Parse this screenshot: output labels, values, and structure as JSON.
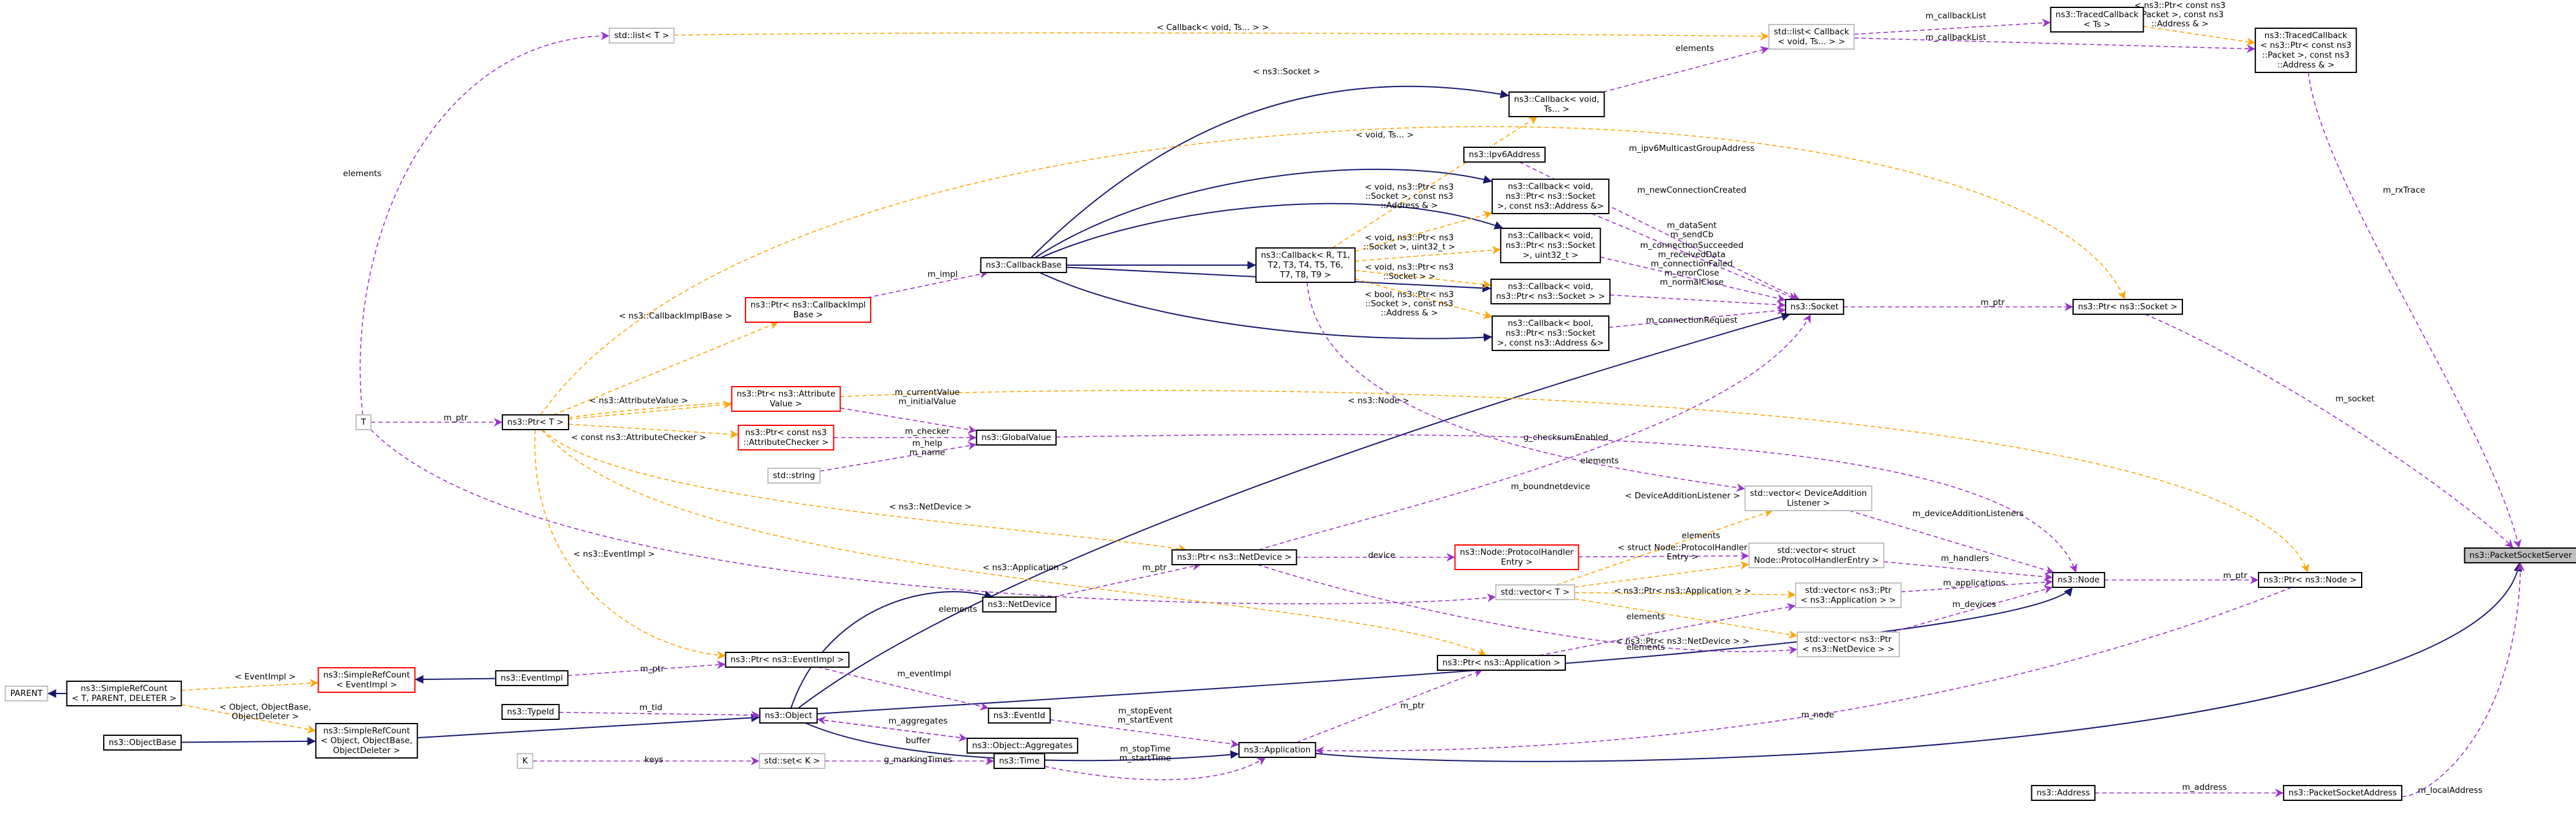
{
  "nodes": [
    {
      "id": "PacketSocketServer",
      "lines": [
        "ns3::PacketSocketServer"
      ],
      "kind": "focus"
    },
    {
      "id": "TracedCallback_Ts",
      "lines": [
        "ns3::TracedCallback",
        "< Ts >"
      ],
      "kind": "black"
    },
    {
      "id": "TracedCallback_Pkt",
      "lines": [
        "ns3::TracedCallback",
        "< ns3::Ptr< const ns3",
        "::Packet >, const ns3",
        "::Address & >"
      ],
      "kind": "black"
    },
    {
      "id": "list_Callback",
      "lines": [
        "std::list< Callback",
        "< void, Ts... > >"
      ],
      "kind": "gray"
    },
    {
      "id": "list_T",
      "lines": [
        "std::list< T >"
      ],
      "kind": "gray"
    },
    {
      "id": "T",
      "lines": [
        "T"
      ],
      "kind": "gray"
    },
    {
      "id": "Ptr_T",
      "lines": [
        "ns3::Ptr< T >"
      ],
      "kind": "black"
    },
    {
      "id": "Callback_void_Ts",
      "lines": [
        "ns3::Callback< void,",
        "Ts... >"
      ],
      "kind": "black"
    },
    {
      "id": "Ipv6MulticastGroupAddress",
      "lines": [
        "ns3::Ipv6Address"
      ],
      "kind": "black"
    },
    {
      "id": "Callback_SockAddr",
      "lines": [
        "ns3::Callback< void,",
        "ns3::Ptr< ns3::Socket",
        ">, const ns3::Address &>"
      ],
      "kind": "black"
    },
    {
      "id": "Callback_SockU32",
      "lines": [
        "ns3::Callback< void,",
        "ns3::Ptr< ns3::Socket",
        ">, uint32_t >"
      ],
      "kind": "black"
    },
    {
      "id": "Callback_Sock",
      "lines": [
        "ns3::Callback< void,",
        "ns3::Ptr< ns3::Socket > >"
      ],
      "kind": "black"
    },
    {
      "id": "Callback_BoolSockAddr",
      "lines": [
        "ns3::Callback< bool,",
        "ns3::Ptr< ns3::Socket",
        ">, const ns3::Address &>"
      ],
      "kind": "black"
    },
    {
      "id": "Callback_R",
      "lines": [
        "ns3::Callback< R, T1,",
        "T2, T3, T4, T5, T6,",
        "T7, T8, T9 >"
      ],
      "kind": "black"
    },
    {
      "id": "CallbackBase",
      "lines": [
        "ns3::CallbackBase"
      ],
      "kind": "black"
    },
    {
      "id": "Ptr_CallbackImplBase",
      "lines": [
        "ns3::Ptr< ns3::CallbackImpl",
        "Base >"
      ],
      "kind": "red"
    },
    {
      "id": "Socket",
      "lines": [
        "ns3::Socket"
      ],
      "kind": "black"
    },
    {
      "id": "Ptr_Socket",
      "lines": [
        "ns3::Ptr< ns3::Socket >"
      ],
      "kind": "black"
    },
    {
      "id": "Ptr_AttributeValue",
      "lines": [
        "ns3::Ptr< ns3::Attribute",
        "Value >"
      ],
      "kind": "red"
    },
    {
      "id": "Ptr_AttributeChecker",
      "lines": [
        "ns3::Ptr< const ns3",
        "::AttributeChecker >"
      ],
      "kind": "red"
    },
    {
      "id": "string",
      "lines": [
        "std::string"
      ],
      "kind": "gray"
    },
    {
      "id": "GlobalValue",
      "lines": [
        "ns3::GlobalValue"
      ],
      "kind": "black"
    },
    {
      "id": "vector_DeviceAdditionListener",
      "lines": [
        "std::vector< DeviceAddition",
        "Listener >"
      ],
      "kind": "gray"
    },
    {
      "id": "vector_ProtocolHandlerEntry",
      "lines": [
        "std::vector< struct",
        "Node::ProtocolHandlerEntry >"
      ],
      "kind": "gray"
    },
    {
      "id": "ProtocolHandlerEntry",
      "lines": [
        "ns3::Node::ProtocolHandler",
        "Entry >"
      ],
      "kind": "red"
    },
    {
      "id": "Ptr_NetDevice",
      "lines": [
        "ns3::Ptr< ns3::NetDevice >"
      ],
      "kind": "black"
    },
    {
      "id": "NetDevice",
      "lines": [
        "ns3::NetDevice"
      ],
      "kind": "black"
    },
    {
      "id": "vector_T",
      "lines": [
        "std::vector< T >"
      ],
      "kind": "gray"
    },
    {
      "id": "vector_PtrApplication",
      "lines": [
        "std::vector< ns3::Ptr",
        "< ns3::Application > >"
      ],
      "kind": "gray"
    },
    {
      "id": "vector_PtrNetDevice",
      "lines": [
        "std::vector< ns3::Ptr",
        "< ns3::NetDevice > >"
      ],
      "kind": "gray"
    },
    {
      "id": "Node",
      "lines": [
        "ns3::Node"
      ],
      "kind": "black"
    },
    {
      "id": "Ptr_Node",
      "lines": [
        "ns3::Ptr< ns3::Node >"
      ],
      "kind": "black"
    },
    {
      "id": "PARENT",
      "lines": [
        "PARENT"
      ],
      "kind": "gray"
    },
    {
      "id": "SimpleRefCount_T",
      "lines": [
        "ns3::SimpleRefCount",
        "< T, PARENT, DELETER >"
      ],
      "kind": "black"
    },
    {
      "id": "SimpleRefCount_EventImpl",
      "lines": [
        "ns3::SimpleRefCount",
        "< EventImpl >"
      ],
      "kind": "red"
    },
    {
      "id": "EventImpl",
      "lines": [
        "ns3::EventImpl"
      ],
      "kind": "black"
    },
    {
      "id": "Ptr_EventImpl",
      "lines": [
        "ns3::Ptr< ns3::EventImpl >"
      ],
      "kind": "black"
    },
    {
      "id": "ObjectBase",
      "lines": [
        "ns3::ObjectBase"
      ],
      "kind": "black"
    },
    {
      "id": "SimpleRefCount_Object",
      "lines": [
        "ns3::SimpleRefCount",
        "< Object, ObjectBase,",
        "ObjectDeleter >"
      ],
      "kind": "black"
    },
    {
      "id": "TypeId",
      "lines": [
        "ns3::TypeId"
      ],
      "kind": "black"
    },
    {
      "id": "Object",
      "lines": [
        "ns3::Object"
      ],
      "kind": "black"
    },
    {
      "id": "EventId",
      "lines": [
        "ns3::EventId"
      ],
      "kind": "black"
    },
    {
      "id": "ObjectAggregates",
      "lines": [
        "ns3::Object::Aggregates"
      ],
      "kind": "black"
    },
    {
      "id": "Ptr_Application",
      "lines": [
        "ns3::Ptr< ns3::Application >"
      ],
      "kind": "black"
    },
    {
      "id": "Application",
      "lines": [
        "ns3::Application"
      ],
      "kind": "black"
    },
    {
      "id": "K",
      "lines": [
        "K"
      ],
      "kind": "gray"
    },
    {
      "id": "set_K",
      "lines": [
        "std::set< K >"
      ],
      "kind": "gray"
    },
    {
      "id": "Time",
      "lines": [
        "ns3::Time"
      ],
      "kind": "black"
    },
    {
      "id": "Address",
      "lines": [
        "ns3::Address"
      ],
      "kind": "black"
    },
    {
      "id": "PacketSocketAddress",
      "lines": [
        "ns3::PacketSocketAddress"
      ],
      "kind": "black"
    }
  ],
  "edges": [
    {
      "from": "Application",
      "to": "PacketSocketServer",
      "type": "inherit"
    },
    {
      "from": "Object",
      "to": "Application",
      "type": "inherit"
    },
    {
      "from": "Object",
      "to": "Socket",
      "type": "inherit"
    },
    {
      "from": "Object",
      "to": "Node",
      "type": "inherit"
    },
    {
      "from": "Object",
      "to": "NetDevice",
      "type": "inherit"
    },
    {
      "from": "SimpleRefCount_Object",
      "to": "Object",
      "type": "inherit"
    },
    {
      "from": "ObjectBase",
      "to": "SimpleRefCount_Object",
      "type": "inherit"
    },
    {
      "from": "SimpleRefCount_T",
      "to": "PARENT",
      "type": "inherit"
    },
    {
      "from": "EventImpl",
      "to": "SimpleRefCount_EventImpl",
      "type": "inherit"
    },
    {
      "from": "CallbackBase",
      "to": "Callback_R",
      "type": "inherit"
    },
    {
      "from": "CallbackBase",
      "to": "Callback_void_Ts",
      "type": "inherit"
    },
    {
      "from": "CallbackBase",
      "to": "Callback_SockAddr",
      "type": "inherit"
    },
    {
      "from": "CallbackBase",
      "to": "Callback_SockU32",
      "type": "inherit"
    },
    {
      "from": "CallbackBase",
      "to": "Callback_Sock",
      "type": "inherit"
    },
    {
      "from": "CallbackBase",
      "to": "Callback_BoolSockAddr",
      "type": "inherit"
    },
    {
      "from": "TracedCallback_Pkt",
      "to": "PacketSocketServer",
      "type": "use",
      "label": "m_rxTrace"
    },
    {
      "from": "Ptr_Socket",
      "to": "PacketSocketServer",
      "type": "use",
      "label": "m_socket"
    },
    {
      "from": "Ptr_Node",
      "to": "Application",
      "type": "use",
      "label": "m_node"
    },
    {
      "from": "PacketSocketAddress",
      "to": "PacketSocketServer",
      "type": "use",
      "label": "m_localAddress"
    },
    {
      "from": "Address",
      "to": "PacketSocketAddress",
      "type": "use",
      "label": "m_address"
    },
    {
      "from": "Node",
      "to": "Ptr_Node",
      "type": "use",
      "label": "m_ptr"
    },
    {
      "from": "Socket",
      "to": "Ptr_Socket",
      "type": "use",
      "label": "m_ptr"
    },
    {
      "from": "list_Callback",
      "to": "TracedCallback_Ts",
      "type": "use",
      "label": "m_callbackList"
    },
    {
      "from": "list_Callback",
      "to": "TracedCallback_Pkt",
      "type": "use",
      "label": "m_callbackList"
    },
    {
      "from": "Callback_void_Ts",
      "to": "list_Callback",
      "type": "use",
      "label": "elements"
    },
    {
      "from": "T",
      "to": "list_T",
      "type": "use",
      "label": "elements"
    },
    {
      "from": "T",
      "to": "Ptr_T",
      "type": "use",
      "label": "m_ptr"
    },
    {
      "from": "T",
      "to": "vector_T",
      "type": "use",
      "label": "elements"
    },
    {
      "from": "Ptr_CallbackImplBase",
      "to": "CallbackBase",
      "type": "use",
      "label": "m_impl"
    },
    {
      "from": "Ipv6MulticastGroupAddress",
      "to": "Socket",
      "type": "use",
      "label": "m_ipv6MulticastGroupAddress"
    },
    {
      "from": "Callback_SockAddr",
      "to": "Socket",
      "type": "use",
      "label": "m_newConnectionCreated"
    },
    {
      "from": "Callback_SockU32",
      "to": "Socket",
      "type": "use",
      "label": "m_dataSent\nm_sendCb"
    },
    {
      "from": "Callback_Sock",
      "to": "Socket",
      "type": "use",
      "label": "m_connectionSucceeded\nm_receivedData\nm_connectionFailed\nm_errorClose\nm_normalClose"
    },
    {
      "from": "Callback_BoolSockAddr",
      "to": "Socket",
      "type": "use",
      "label": "m_connectionRequest"
    },
    {
      "from": "Ptr_NetDevice",
      "to": "Socket",
      "type": "use",
      "label": "m_boundnetdevice"
    },
    {
      "from": "Ptr_AttributeValue",
      "to": "GlobalValue",
      "type": "use",
      "label": "m_currentValue\nm_initialValue"
    },
    {
      "from": "Ptr_AttributeChecker",
      "to": "GlobalValue",
      "type": "use",
      "label": "m_checker"
    },
    {
      "from": "string",
      "to": "GlobalValue",
      "type": "use",
      "label": "m_help\nm_name"
    },
    {
      "from": "GlobalValue",
      "to": "Node",
      "type": "use",
      "label": "g_checksumEnabled"
    },
    {
      "from": "vector_DeviceAdditionListener",
      "to": "Node",
      "type": "use",
      "label": "m_deviceAdditionListeners"
    },
    {
      "from": "vector_ProtocolHandlerEntry",
      "to": "Node",
      "type": "use",
      "label": "m_handlers"
    },
    {
      "from": "vector_PtrApplication",
      "to": "Node",
      "type": "use",
      "label": "m_applications"
    },
    {
      "from": "vector_PtrNetDevice",
      "to": "Node",
      "type": "use",
      "label": "m_devices"
    },
    {
      "from": "Ptr_NetDevice",
      "to": "ProtocolHandlerEntry",
      "type": "use",
      "label": "device"
    },
    {
      "from": "ProtocolHandlerEntry",
      "to": "vector_ProtocolHandlerEntry",
      "type": "use",
      "label": "elements"
    },
    {
      "from": "Ptr_Application",
      "to": "vector_PtrApplication",
      "type": "use",
      "label": "elements"
    },
    {
      "from": "Ptr_NetDevice",
      "to": "vector_PtrNetDevice",
      "type": "use",
      "label": "elements"
    },
    {
      "from": "Callback_R",
      "to": "vector_DeviceAdditionListener",
      "type": "use",
      "label": "elements"
    },
    {
      "from": "NetDevice",
      "to": "Ptr_NetDevice",
      "type": "use",
      "label": "m_ptr"
    },
    {
      "from": "Application",
      "to": "Ptr_Application",
      "type": "use",
      "label": "m_ptr"
    },
    {
      "from": "EventImpl",
      "to": "Ptr_EventImpl",
      "type": "use",
      "label": "m_ptr"
    },
    {
      "from": "Ptr_EventImpl",
      "to": "EventId",
      "type": "use",
      "label": "m_eventImpl"
    },
    {
      "from": "EventId",
      "to": "Application",
      "type": "use",
      "label": "m_stopEvent\nm_startEvent"
    },
    {
      "from": "TypeId",
      "to": "Object",
      "type": "use",
      "label": "m_tid"
    },
    {
      "from": "ObjectAggregates",
      "to": "Object",
      "type": "use",
      "label": "m_aggregates"
    },
    {
      "from": "Object",
      "to": "ObjectAggregates",
      "type": "use",
      "label": "buffer"
    },
    {
      "from": "Time",
      "to": "Application",
      "type": "use",
      "label": "m_stopTime\nm_startTime"
    },
    {
      "from": "set_K",
      "to": "Time",
      "type": "use",
      "label": "g_markingTimes"
    },
    {
      "from": "K",
      "to": "set_K",
      "type": "use",
      "label": "keys"
    },
    {
      "from": "TracedCallback_Ts",
      "to": "TracedCallback_Pkt",
      "type": "tmpl",
      "label": "< ns3::Ptr< const ns3\n::Packet >, const ns3\n::Address & >"
    },
    {
      "from": "list_T",
      "to": "list_Callback",
      "type": "tmpl",
      "label": "< Callback< void, Ts... > >"
    },
    {
      "from": "Ptr_T",
      "to": "Ptr_Socket",
      "type": "tmpl",
      "label": "< ns3::Socket >"
    },
    {
      "from": "Ptr_T",
      "to": "Ptr_CallbackImplBase",
      "type": "tmpl",
      "label": "< ns3::CallbackImplBase >"
    },
    {
      "from": "Ptr_T",
      "to": "Ptr_AttributeValue",
      "type": "tmpl",
      "label": "< ns3::AttributeValue >"
    },
    {
      "from": "Ptr_T",
      "to": "Ptr_AttributeChecker",
      "type": "tmpl",
      "label": "< const ns3::AttributeChecker >"
    },
    {
      "from": "Ptr_T",
      "to": "Ptr_Node",
      "type": "tmpl",
      "label": "< ns3::Node >"
    },
    {
      "from": "Ptr_T",
      "to": "Ptr_NetDevice",
      "type": "tmpl",
      "label": "< ns3::NetDevice >"
    },
    {
      "from": "Ptr_T",
      "to": "Ptr_EventImpl",
      "type": "tmpl",
      "label": "< ns3::EventImpl >"
    },
    {
      "from": "Ptr_T",
      "to": "Ptr_Application",
      "type": "tmpl",
      "label": "< ns3::Application >"
    },
    {
      "from": "Callback_R",
      "to": "Callback_void_Ts",
      "type": "tmpl",
      "label": "< void, Ts... >"
    },
    {
      "from": "Callback_R",
      "to": "Callback_SockAddr",
      "type": "tmpl",
      "label": "< void, ns3::Ptr< ns3\n::Socket >, const ns3\n::Address & >"
    },
    {
      "from": "Callback_R",
      "to": "Callback_SockU32",
      "type": "tmpl",
      "label": "< void, ns3::Ptr< ns3\n::Socket >, uint32_t >"
    },
    {
      "from": "Callback_R",
      "to": "Callback_Sock",
      "type": "tmpl",
      "label": "< void, ns3::Ptr< ns3\n::Socket > >"
    },
    {
      "from": "Callback_R",
      "to": "Callback_BoolSockAddr",
      "type": "tmpl",
      "label": "< bool, ns3::Ptr< ns3\n::Socket >, const ns3\n::Address & >"
    },
    {
      "from": "vector_T",
      "to": "vector_DeviceAdditionListener",
      "type": "tmpl",
      "label": "< DeviceAdditionListener >"
    },
    {
      "from": "vector_T",
      "to": "vector_ProtocolHandlerEntry",
      "type": "tmpl",
      "label": "< struct Node::ProtocolHandler\nEntry >"
    },
    {
      "from": "vector_T",
      "to": "vector_PtrApplication",
      "type": "tmpl",
      "label": "< ns3::Ptr< ns3::Application > >"
    },
    {
      "from": "vector_T",
      "to": "vector_PtrNetDevice",
      "type": "tmpl",
      "label": "< ns3::Ptr< ns3::NetDevice > >"
    },
    {
      "from": "SimpleRefCount_T",
      "to": "SimpleRefCount_EventImpl",
      "type": "tmpl",
      "label": "< EventImpl >"
    },
    {
      "from": "SimpleRefCount_T",
      "to": "SimpleRefCount_Object",
      "type": "tmpl",
      "label": "< Object, ObjectBase,\nObjectDeleter >"
    }
  ]
}
